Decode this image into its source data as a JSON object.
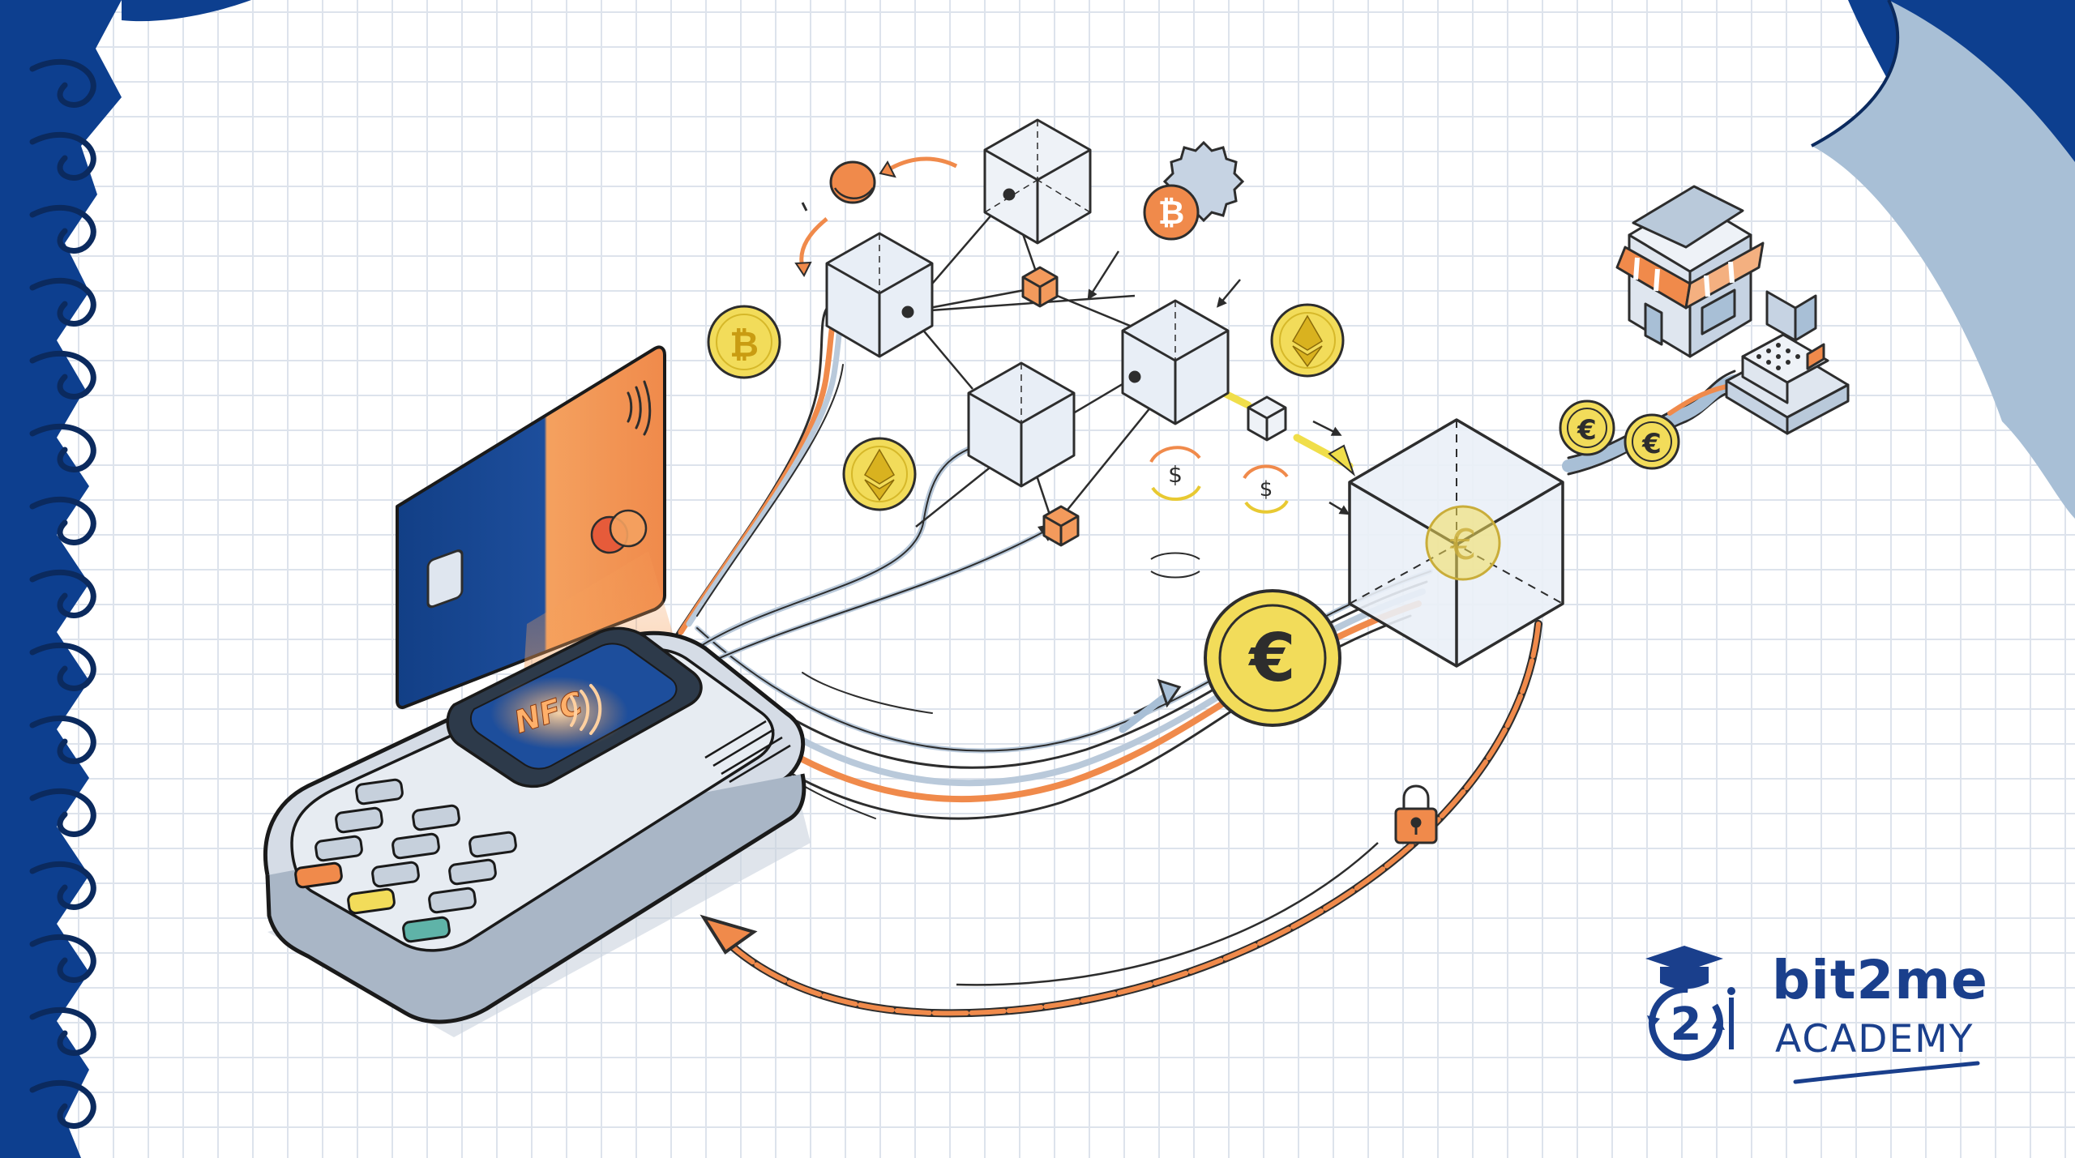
{
  "terminal": {
    "screen_text": "NFC"
  },
  "brand": {
    "name": "bit2me",
    "subtitle": "ACADEMY",
    "logo_digit": "2"
  },
  "coins": {
    "bitcoin_symbol": "₿",
    "ethereum_symbol": "Ξ",
    "euro_symbol": "€",
    "dollar_symbol": "$"
  },
  "colors": {
    "brand_blue": "#1a3f8c",
    "frame_blue": "#0d3f8f",
    "accent_orange": "#f08a4b",
    "coin_gold": "#f2dc5a",
    "flow_yellow": "#f0de4a",
    "pale_blue": "#a8bfd6"
  }
}
